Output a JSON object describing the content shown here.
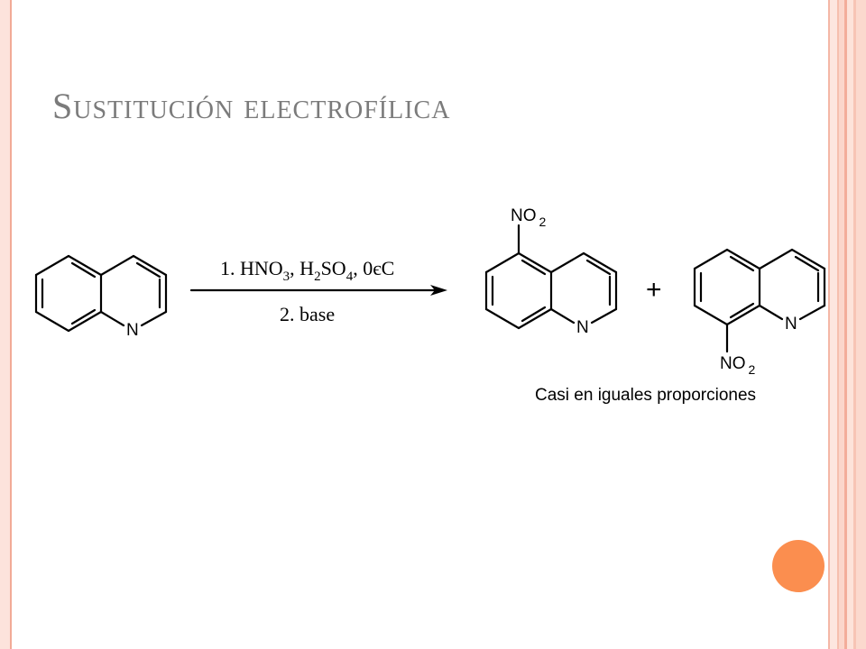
{
  "slide": {
    "title": "Sustitución electrofílica"
  },
  "reaction": {
    "reactant": {
      "ring_atom": "N"
    },
    "conditions": {
      "step1": {
        "prefix": "1. HNO",
        "sub1": "3",
        "mid1": ", H",
        "sub2": "2",
        "mid2": "SO",
        "sub3": "4",
        "suffix": ", 0єC"
      },
      "step2": "2. base"
    },
    "product1": {
      "ring_atom": "N",
      "group_main": "NO",
      "group_sub": "2"
    },
    "plus": "+",
    "product2": {
      "ring_atom": "N",
      "group_main": "NO",
      "group_sub": "2"
    },
    "caption": "Casi en iguales proporciones"
  },
  "colors": {
    "title": "#7b7b7b",
    "accent": "#fb8e4f",
    "border": "#f4b7a6"
  }
}
